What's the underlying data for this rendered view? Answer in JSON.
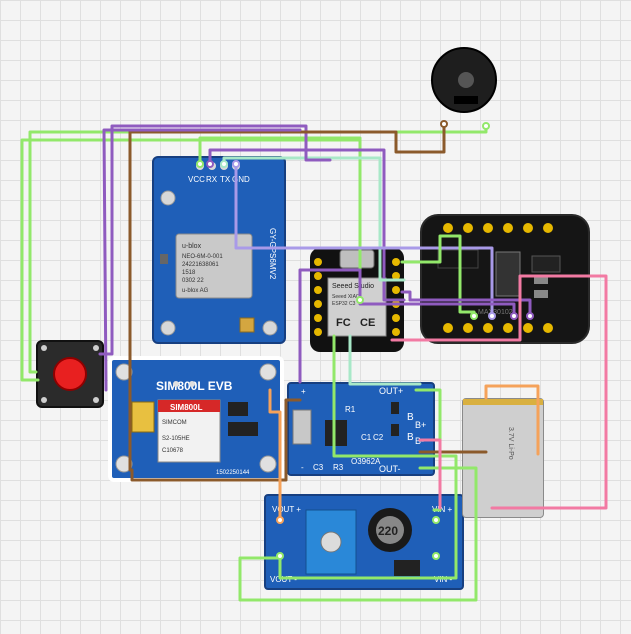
{
  "gps_module": {
    "pins": [
      "VCC",
      "RX",
      "TX",
      "GND"
    ],
    "side_label": "GY-GPS6MV2",
    "chip_lines": [
      "u-blox",
      "NEO-6M-0-001",
      "24221638061",
      "1518",
      "0302 22",
      "u-blox AG"
    ]
  },
  "gsm_module": {
    "title": "SIM800L EVB",
    "chip_lines": [
      "SIM800L",
      "SIMCOM",
      "S2-105HE",
      "C10678"
    ],
    "serial": "1502250144"
  },
  "xiao_board": {
    "name": "Seeed Studio",
    "lines": [
      "Seeed XIAO",
      "ESP32 C3"
    ],
    "cert_marks": [
      "FC",
      "CE"
    ]
  },
  "charger_module": {
    "labels": [
      "OUT+",
      "R1",
      "C1",
      "C2",
      "R3",
      "OUT-",
      "B+",
      "B-",
      "C3",
      "-",
      "+",
      "B",
      "B"
    ],
    "chip_text": "O3962A"
  },
  "boost_converter": {
    "labels": [
      "VOUT +",
      "VIN +",
      "VOUT -",
      "VIN -"
    ],
    "inductor": "220"
  },
  "heart_sensor": {
    "chip_label": "MAX30102"
  },
  "battery": {
    "label": "3.7V Li-Po"
  },
  "button": {
    "name": "push button"
  },
  "buzzer": {
    "name": "buzzer"
  },
  "colors": {
    "wire_green": "#92e86a",
    "wire_purple": "#8f5bbf",
    "wire_brown": "#8b5a2b",
    "wire_lilac": "#a99ae8",
    "wire_pink": "#f27aa3",
    "wire_orange": "#f5a25a",
    "wire_mint": "#a8e8c8",
    "pcb_blue": "#1f5fb8",
    "pcb_black": "#151515"
  }
}
